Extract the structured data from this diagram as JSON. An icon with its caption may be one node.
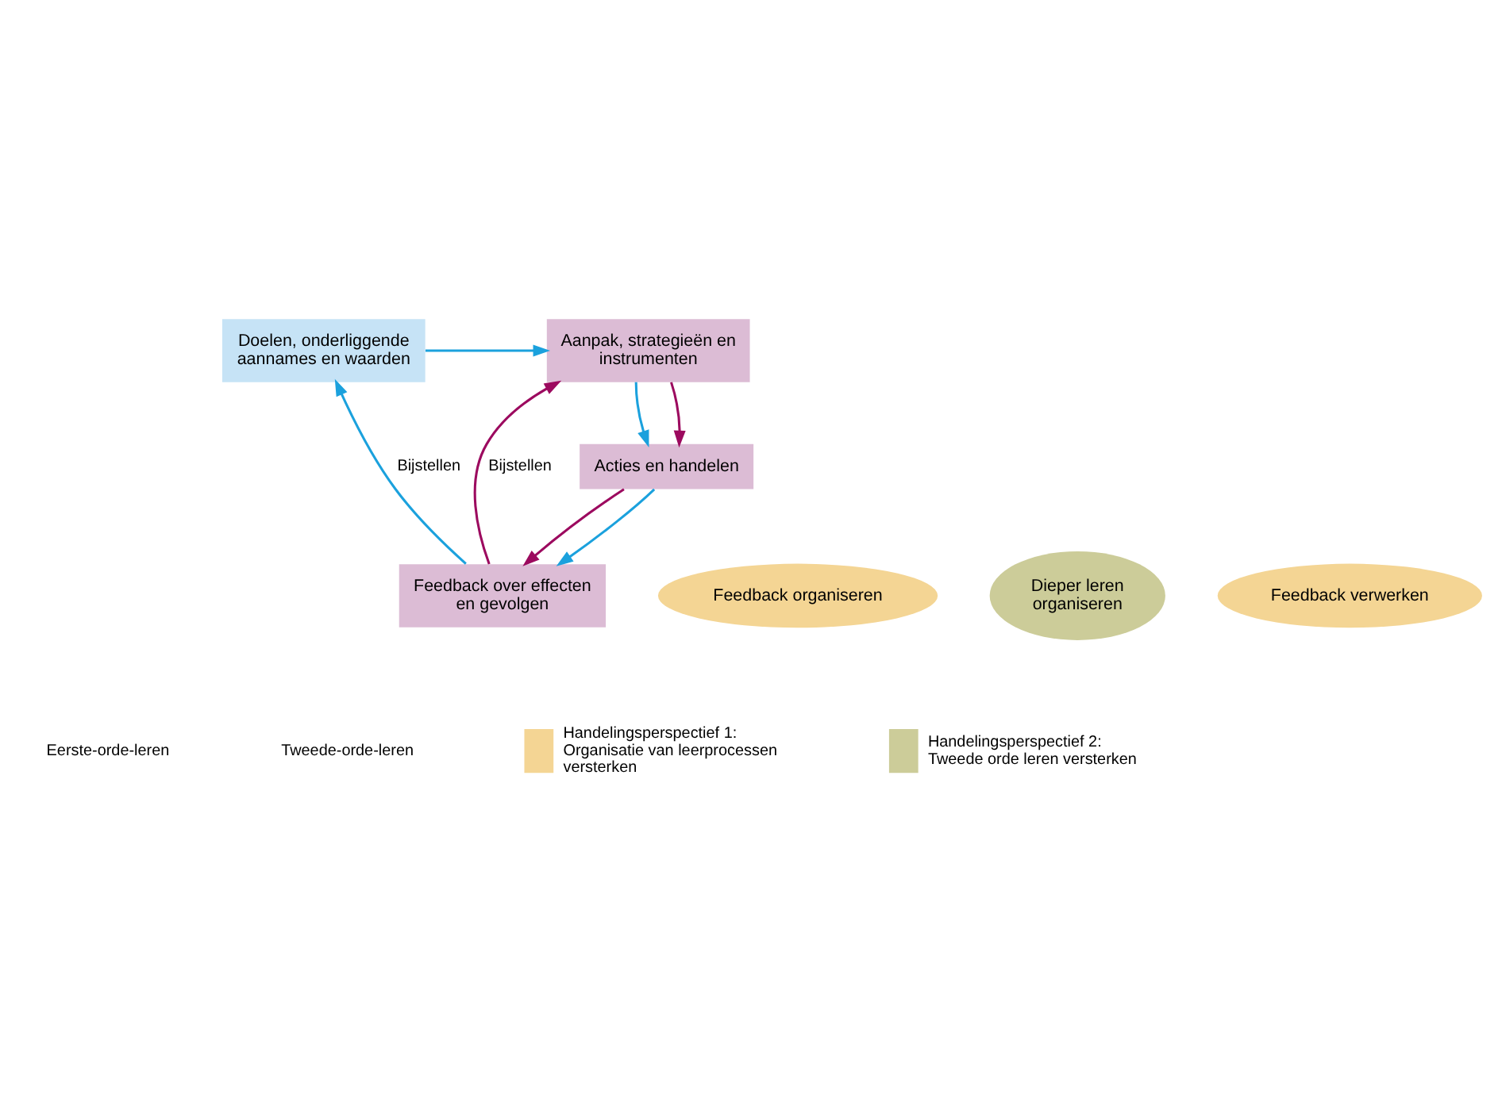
{
  "diagram": {
    "nodes": [
      {
        "text": [
          "Aanpak, strategieën en instrumenten"
        ]
      },
      {
        "text": [
          "Doelen, onderliggende aannames en waarden"
        ]
      },
      {
        "text": [
          "Acties en handelen"
        ]
      },
      {
        "text": [
          "Feedback organiseren"
        ]
      },
      {
        "text": [
          "Dieper leren organiseren"
        ]
      },
      {
        "text": [
          "Feedback verwerken"
        ]
      },
      {
        "text": [
          "Feedback over effecten en gevolgen"
        ]
      }
    ],
    "edges": [
      {
        "from": 1,
        "to": 0,
        "arrow": "to",
        "color": "#1ba1dd"
      },
      {
        "from": 0,
        "to": 2,
        "arrow": "to",
        "color": "#1ba1dd"
      },
      {
        "from": 0,
        "to": 2,
        "arrow": "to",
        "color": "#9c0a5f"
      },
      {
        "from": 2,
        "to": 6,
        "arrow": "to",
        "color": "#9c0a5f"
      },
      {
        "from": 2,
        "to": 6,
        "arrow": "to",
        "color": "#1ba1dd"
      },
      {
        "from": 6,
        "to": 0,
        "arrow": "to",
        "label": "Bijstellen",
        "color": "#9c0a5f"
      },
      {
        "from": 6,
        "to": 1,
        "arrow": "to",
        "label": "Bijstellen",
        "color": "#1ba1dd"
      }
    ],
    "legend": [
      {
        "text": "Eerste-orde-leren"
      },
      {
        "text": "Tweede-orde-leren"
      },
      {
        "text": "Handelingsperspectief 1: Organisatie van leerprocessen versterken",
        "color": "#f4d594"
      },
      {
        "text": "Handelingsperspectief 2: Tweede orde leren versterken",
        "color": "#cccc99"
      }
    ]
  }
}
